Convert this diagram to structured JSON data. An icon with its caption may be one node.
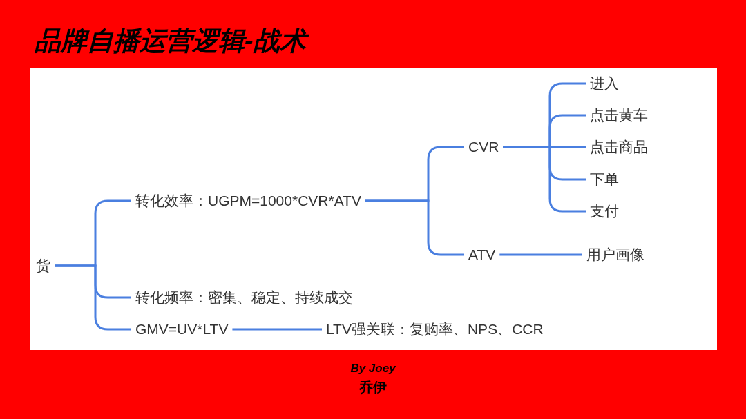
{
  "diagram": {
    "title": "品牌自播运营逻辑-战术",
    "nodes": [
      {
        "text": [
          "货"
        ]
      },
      {
        "text": [
          "转化效率：UGPM=1000*CVR*ATV"
        ]
      },
      {
        "text": [
          "转化频率：密集、稳定、持续成交"
        ]
      },
      {
        "text": [
          "GMV=UV*LTV"
        ]
      },
      {
        "text": [
          "LTV强关联：复购率、NPS、CCR"
        ]
      },
      {
        "text": [
          "CVR"
        ]
      },
      {
        "text": [
          "ATV"
        ]
      },
      {
        "text": [
          "进入"
        ]
      },
      {
        "text": [
          "点击黄车"
        ]
      },
      {
        "text": [
          "点击商品"
        ]
      },
      {
        "text": [
          "下单"
        ]
      },
      {
        "text": [
          "支付"
        ]
      },
      {
        "text": [
          "用户画像"
        ]
      }
    ],
    "edges": [
      {
        "from": 0,
        "to": 1,
        "arrow": "none"
      },
      {
        "from": 0,
        "to": 2,
        "arrow": "none"
      },
      {
        "from": 0,
        "to": 3,
        "arrow": "none"
      },
      {
        "from": 3,
        "to": 4,
        "arrow": "none"
      },
      {
        "from": 1,
        "to": 5,
        "arrow": "none"
      },
      {
        "from": 1,
        "to": 6,
        "arrow": "none"
      },
      {
        "from": 5,
        "to": 7,
        "arrow": "none"
      },
      {
        "from": 5,
        "to": 8,
        "arrow": "none"
      },
      {
        "from": 5,
        "to": 9,
        "arrow": "none"
      },
      {
        "from": 5,
        "to": 10,
        "arrow": "none"
      },
      {
        "from": 5,
        "to": 11,
        "arrow": "none"
      },
      {
        "from": 6,
        "to": 12,
        "arrow": "none"
      }
    ],
    "labels": [
      "By Joey",
      "乔伊"
    ]
  }
}
